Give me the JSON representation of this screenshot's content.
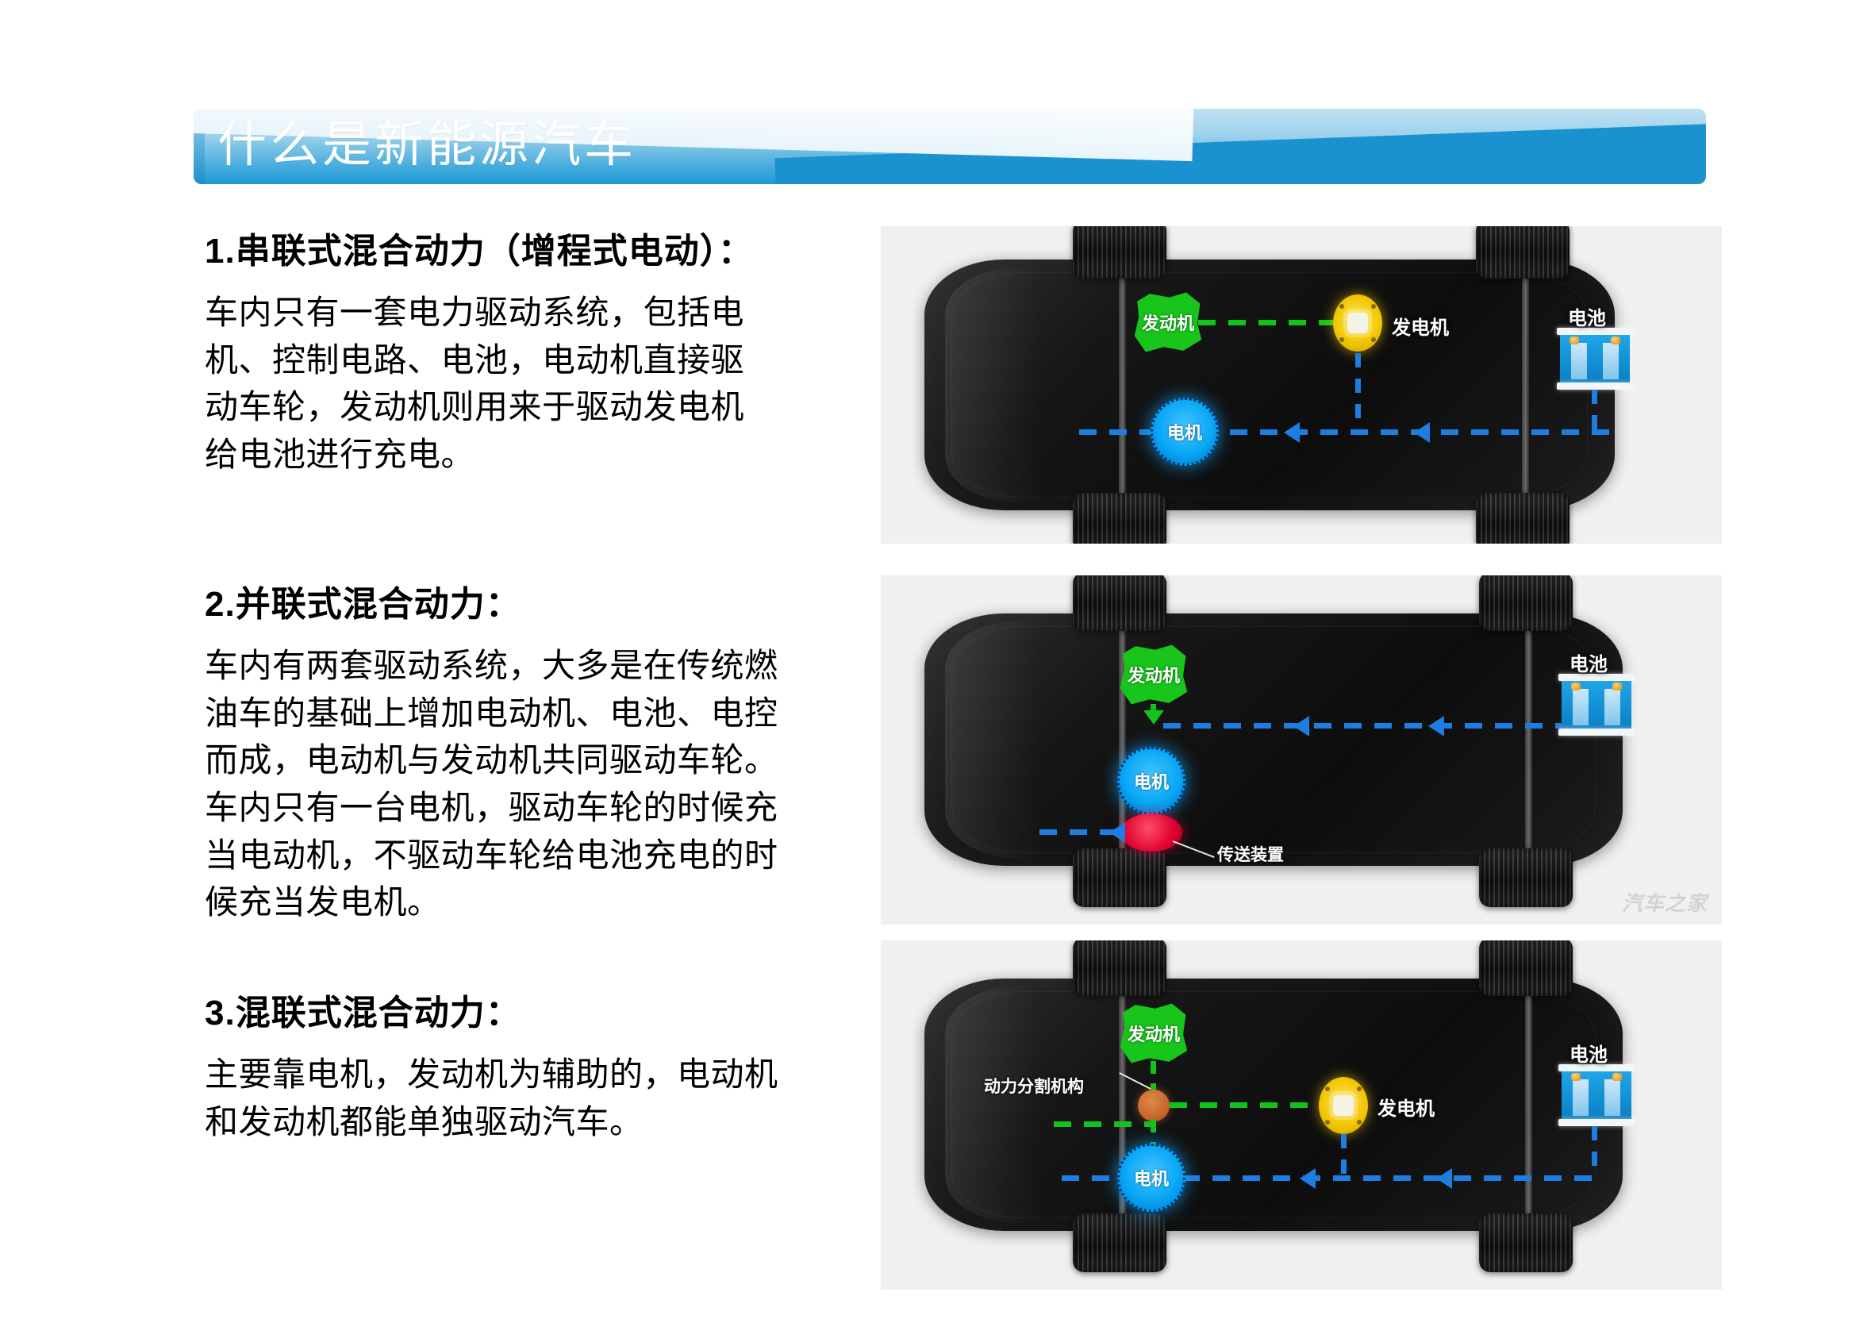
{
  "slide": {
    "title": "什么是新能源汽车",
    "accent_color": "#1b9ad6",
    "accent_light": "#bfe0f2"
  },
  "sections": [
    {
      "heading": "1.串联式混合动力（增程式电动）：",
      "body_lines": [
        "车内只有一套电力驱动系统，包括电",
        "机、控制电路、电池，电动机直接驱",
        "动车轮，发动机则用来于驱动发电机",
        "给电池进行充电。"
      ]
    },
    {
      "heading": "2.并联式混合动力：",
      "body_lines": [
        "车内有两套驱动系统，大多是在传统燃",
        "油车的基础上增加电动机、电池、电控",
        "而成，电动机与发动机共同驱动车轮。",
        "车内只有一台电机，驱动车轮的时候充",
        "当电动机，不驱动车轮给电池充电的时",
        "候充当发电机。"
      ]
    },
    {
      "heading": "3.混联式混合动力：",
      "body_lines": [
        "主要靠电机，发动机为辅助的，电动机",
        "和发动机都能单独驱动汽车。"
      ]
    }
  ],
  "diagrams": [
    {
      "name": "series-hybrid-diagram",
      "labels": {
        "engine": "发动机",
        "generator": "发电机",
        "motor": "电机",
        "battery": "电池"
      }
    },
    {
      "name": "parallel-hybrid-diagram",
      "labels": {
        "engine": "发动机",
        "motor": "电机",
        "battery": "电池",
        "transmission": "传送装置"
      }
    },
    {
      "name": "power-split-hybrid-diagram",
      "labels": {
        "engine": "发动机",
        "generator": "发电机",
        "motor": "电机",
        "battery": "电池",
        "power_split": "动力分割机构"
      }
    }
  ],
  "watermark": "汽车之家"
}
